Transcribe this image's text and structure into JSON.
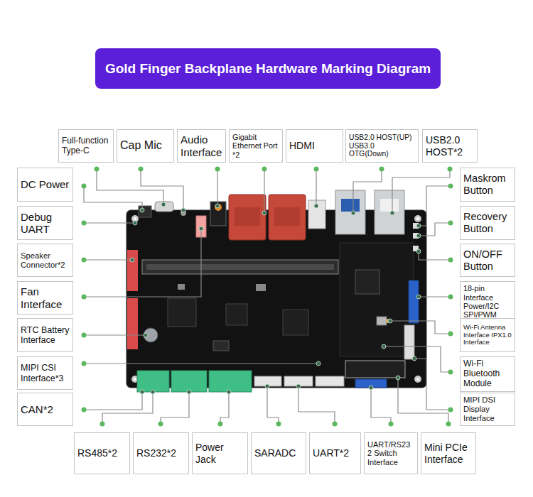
{
  "diagram": {
    "title": "Gold Finger Backplane Hardware Marking Diagram",
    "nodes": [
      {
        "text": [
          "Full-function Type-C"
        ]
      },
      {
        "text": [
          "Cap Mic"
        ]
      },
      {
        "text": [
          "Audio Interface"
        ]
      },
      {
        "text": [
          "Gigabit Ethernet Port *2"
        ]
      },
      {
        "text": [
          "HDMI"
        ]
      },
      {
        "text": [
          "USB2.0 HOST(UP)",
          "USB3.0 OTG(Down)"
        ]
      },
      {
        "text": [
          "USB2.0 HOST*2"
        ]
      },
      {
        "text": [
          "DC Power"
        ]
      },
      {
        "text": [
          "Debug UART"
        ]
      },
      {
        "text": [
          "Speaker Connector*2"
        ]
      },
      {
        "text": [
          "Fan Interface"
        ]
      },
      {
        "text": [
          "RTC Battery Interface"
        ]
      },
      {
        "text": [
          "MIPI CSI Interface*3"
        ]
      },
      {
        "text": [
          "CAN*2"
        ]
      },
      {
        "text": [
          "Maskrom Button"
        ]
      },
      {
        "text": [
          "Recovery Button"
        ]
      },
      {
        "text": [
          "ON/OFF Button"
        ]
      },
      {
        "text": [
          "18-pin Interface Power/I2C SPI/PWM"
        ]
      },
      {
        "text": [
          "Wi-Fi Antenna Interface IPX1.0 Interface"
        ]
      },
      {
        "text": [
          "Wi-Fi Bluetooth Module"
        ]
      },
      {
        "text": [
          "MIPI DSI Display Interface"
        ]
      },
      {
        "text": [
          "RS485*2"
        ]
      },
      {
        "text": [
          "RS232*2"
        ]
      },
      {
        "text": [
          "Power Jack"
        ]
      },
      {
        "text": [
          "SARADC"
        ]
      },
      {
        "text": [
          "UART*2"
        ]
      },
      {
        "text": [
          "UART/RS232 Switch Interface"
        ]
      },
      {
        "text": [
          "Mini PCIe Interface"
        ]
      }
    ]
  }
}
